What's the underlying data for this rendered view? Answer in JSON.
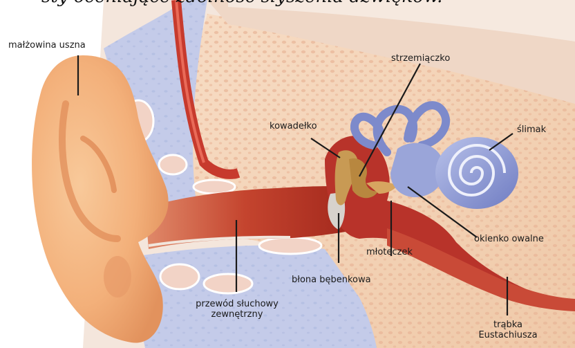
{
  "caption": "sty oceniające zdolność słyszenia dźwięków.",
  "labels": {
    "malzowina": "małżowina uszna",
    "strzemiaczko": "strzemiączko",
    "kowadelko": "kowadełko",
    "slimak": "ślimak",
    "okienko": "okienko owalne",
    "mloteczek": "młoteczek",
    "blona": "błona bębenkowa",
    "przewod_line1": "przewód słuchowy",
    "przewod_line2": "zewnętrzny",
    "trabka_line1": "trąbka",
    "trabka_line2": "Eustachiusza"
  }
}
